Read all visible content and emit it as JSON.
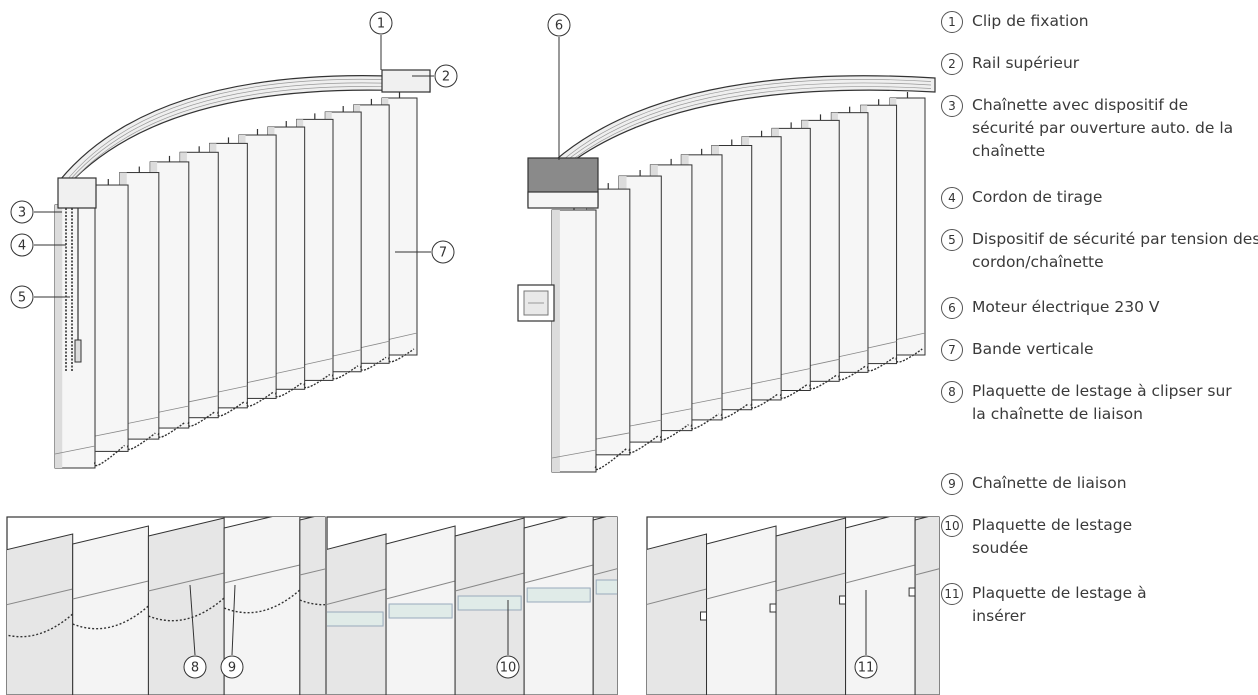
{
  "legend": [
    {
      "num": "1",
      "text": "Clip de fixation"
    },
    {
      "num": "2",
      "text": "Rail supérieur"
    },
    {
      "num": "3",
      "text": "Chaînette avec dispositif de sécurité par ouverture auto. de la chaînette"
    },
    {
      "num": "4",
      "text": "Cordon de tirage"
    },
    {
      "num": "5",
      "text": "Dispositif de sécurité par tension des cordon/chaînette"
    },
    {
      "num": "6",
      "text": "Moteur électrique 230 V"
    },
    {
      "num": "7",
      "text": "Bande verticale"
    },
    {
      "num": "8",
      "text": "Plaquette de lestage à clipser sur la chaînette de liaison"
    },
    {
      "num": "9",
      "text": "Chaînette de liaison"
    },
    {
      "num": "10",
      "text": "Plaquette de lestage soudée"
    },
    {
      "num": "11",
      "text": "Plaquette de lestage à insérer"
    }
  ],
  "callouts": {
    "c1": "1",
    "c2": "2",
    "c3": "3",
    "c4": "4",
    "c5": "5",
    "c6": "6",
    "c7": "7",
    "c8": "8",
    "c9": "9",
    "c10": "10",
    "c11": "11"
  },
  "colors": {
    "line": "#333333",
    "slat": "#f6f6f6",
    "shade": "#dcdcdc",
    "motor": "#8a8a8a"
  }
}
